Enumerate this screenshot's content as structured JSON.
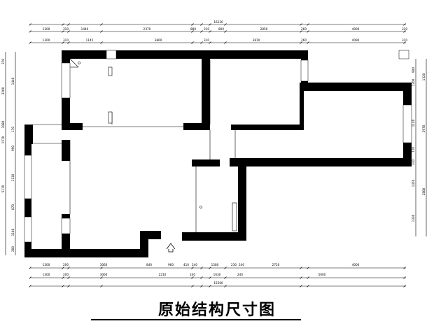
{
  "title": "原始结构尺寸图",
  "dimensions": {
    "top_total": "16230",
    "top_row1": [
      "1300",
      "310",
      "1440",
      "2370",
      "880",
      "310",
      "800",
      "2850",
      "260",
      "4000",
      "310"
    ],
    "top_row2": [
      "1300",
      "310",
      "1145",
      "3860",
      "310",
      "3810",
      "260",
      "4090",
      "310"
    ],
    "bottom_row1": [
      "1300",
      "200",
      "3060",
      "840",
      "960",
      "410",
      "240",
      "1580",
      "230",
      "240",
      "2720",
      "4000"
    ],
    "bottom_row2": [
      "1300",
      "200",
      "3060",
      "2210",
      "240",
      "1630",
      "240",
      "5600"
    ],
    "bottom_total": "15500",
    "left_outer": [
      "370",
      "3200",
      "1080",
      "1570",
      "5170"
    ],
    "left_inner": [
      "1440",
      "170",
      "990",
      "1110",
      "870",
      "1140",
      "200"
    ],
    "right_inner": [
      "900",
      "1200",
      "1140",
      "720",
      "310",
      "1450",
      "1330"
    ],
    "right_outer": [
      "1320",
      "2970",
      "2800"
    ]
  },
  "colors": {
    "wall": "#000000",
    "line": "#000000",
    "background": "#ffffff"
  },
  "icons": {
    "entry_arrow": "up-arrow-icon"
  }
}
